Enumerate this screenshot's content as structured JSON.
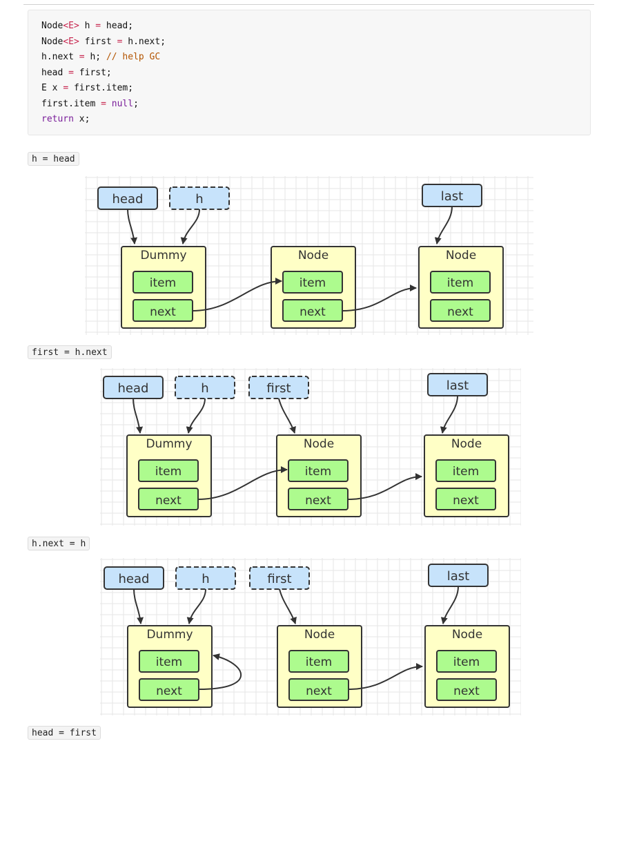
{
  "code": {
    "lines": [
      [
        {
          "t": "Node"
        },
        {
          "t": "<E>",
          "c": "op"
        },
        {
          "t": " h "
        },
        {
          "t": "=",
          "c": "op"
        },
        {
          "t": " head;"
        }
      ],
      [
        {
          "t": "Node"
        },
        {
          "t": "<E>",
          "c": "op"
        },
        {
          "t": " first "
        },
        {
          "t": "=",
          "c": "op"
        },
        {
          "t": " h.next;"
        }
      ],
      [
        {
          "t": "h.next "
        },
        {
          "t": "=",
          "c": "op"
        },
        {
          "t": " h; "
        },
        {
          "t": "// help GC",
          "c": "cm"
        }
      ],
      [
        {
          "t": "head "
        },
        {
          "t": "=",
          "c": "op"
        },
        {
          "t": " first;"
        }
      ],
      [
        {
          "t": "E x "
        },
        {
          "t": "=",
          "c": "op"
        },
        {
          "t": " first.item;"
        }
      ],
      [
        {
          "t": "first.item "
        },
        {
          "t": "=",
          "c": "op"
        },
        {
          "t": " "
        },
        {
          "t": "null",
          "c": "kw"
        },
        {
          "t": ";"
        }
      ],
      [
        {
          "t": "return",
          "c": "kw"
        },
        {
          "t": " x;"
        }
      ]
    ]
  },
  "steps": {
    "step1": "h = head",
    "step2": "first = h.next",
    "step3": "h.next = h",
    "step4": "head = first"
  },
  "diagram": {
    "labels": {
      "head": "head",
      "h": "h",
      "first": "first",
      "last": "last",
      "dummy": "Dummy",
      "node": "Node",
      "item": "item",
      "next": "next"
    },
    "colors": {
      "pointer_fill": "#c7e3fb",
      "node_fill": "#ffffc6",
      "field_fill": "#adfb8e",
      "stroke": "#333333",
      "grid": "#e6e6e6"
    }
  }
}
